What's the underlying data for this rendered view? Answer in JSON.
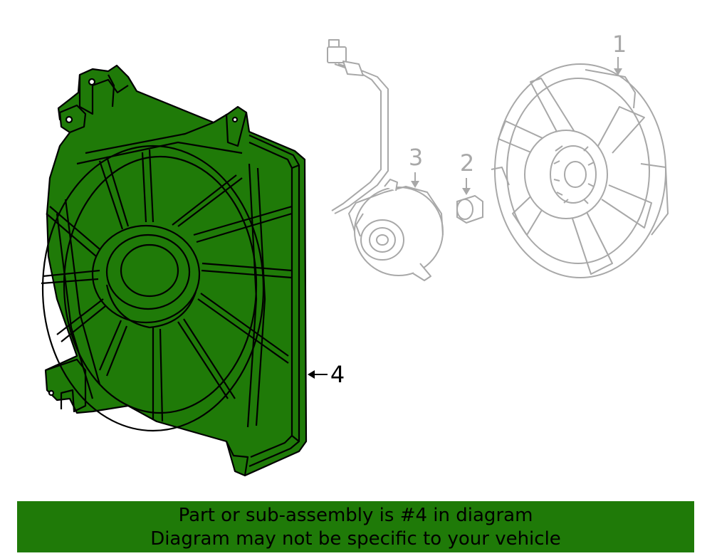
{
  "diagram": {
    "highlight_color": "#1f7a08",
    "faded_color": "#a8a8a8",
    "parts": [
      {
        "number": "1",
        "name": "fan",
        "highlighted": false
      },
      {
        "number": "2",
        "name": "nut",
        "highlighted": false
      },
      {
        "number": "3",
        "name": "motor",
        "highlighted": false
      },
      {
        "number": "4",
        "name": "shroud",
        "highlighted": true
      }
    ]
  },
  "banner": {
    "line1": "Part or sub-assembly is #4 in diagram",
    "line2": "Diagram may not be specific to your vehicle"
  }
}
